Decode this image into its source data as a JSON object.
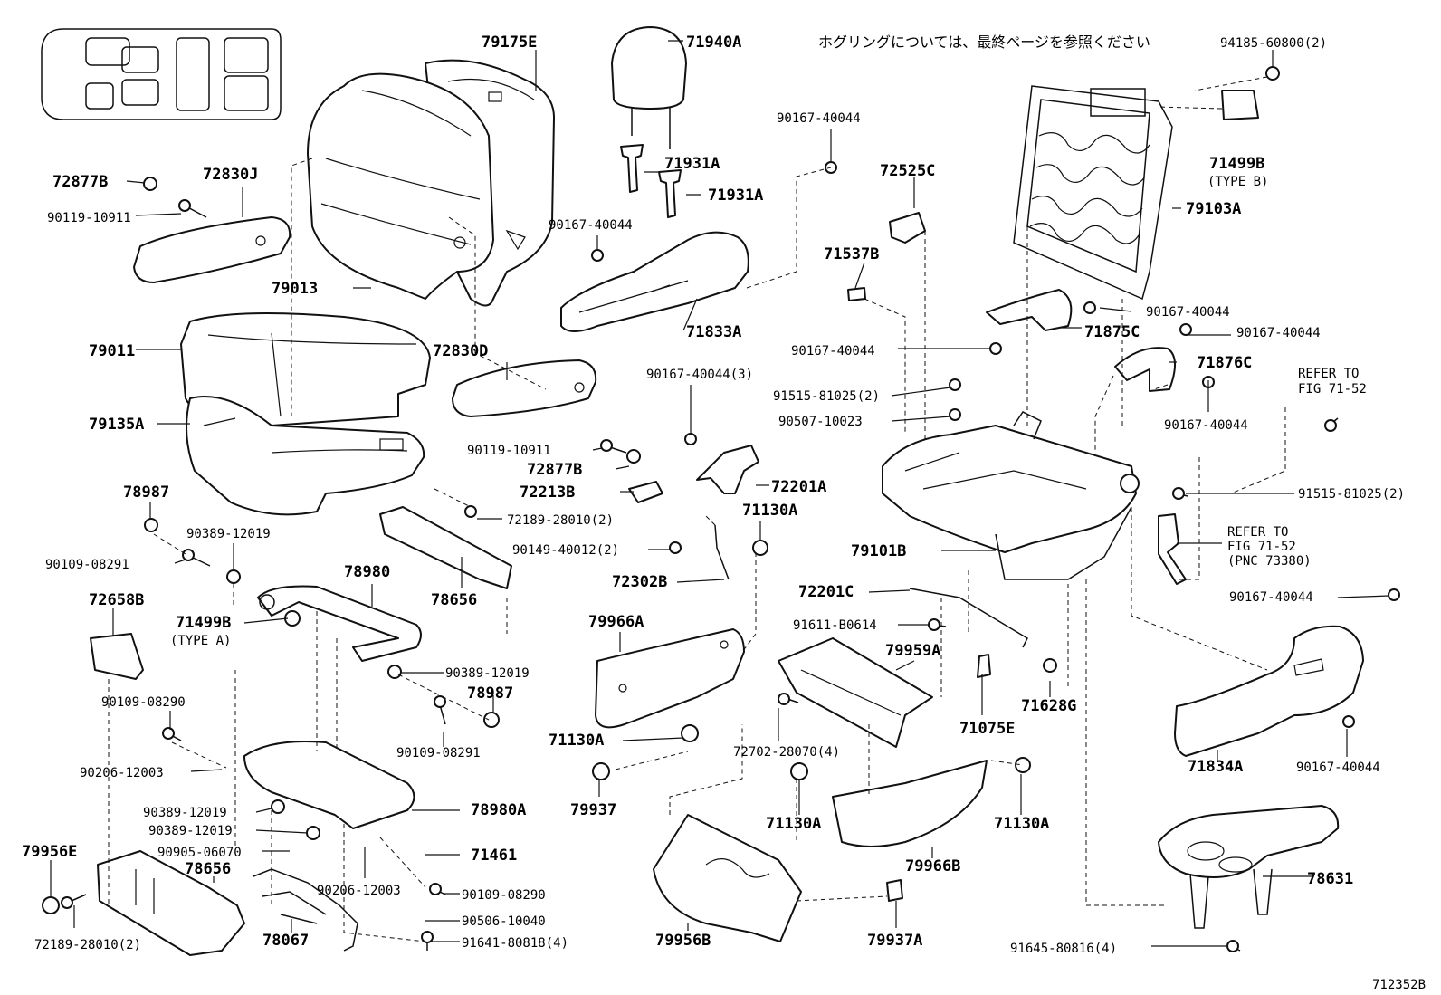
{
  "note": "ホグリングについては、最終ページを参照ください",
  "figure_id": "712352B",
  "labels": {
    "p79175E": "79175E",
    "p71940A": "71940A",
    "p94185": "94185-60800(2)",
    "p72877B_1": "72877B",
    "p72830J": "72830J",
    "p90119_1": "90119-10911",
    "p79013": "79013",
    "p71931A_1": "71931A",
    "p71931A_2": "71931A",
    "p90167_a": "90167-40044",
    "p90167_b": "90167-40044",
    "p72525C": "72525C",
    "p71499B_b": "71499B",
    "type_b": "(TYPE B)",
    "p79103A": "79103A",
    "p71537B": "71537B",
    "p79011": "79011",
    "p72830D": "72830D",
    "p71833A": "71833A",
    "p90167_c": "90167-40044",
    "p90167_d": "90167-40044",
    "p90167_e": "90167-40044",
    "p71875C": "71875C",
    "p71876C": "71876C",
    "p90167_3": "90167-40044(3)",
    "p91515_a": "91515-81025(2)",
    "refer_a1": "REFER TO",
    "refer_a2": "FIG 71-52",
    "p79135A": "79135A",
    "p90507": "90507-10023",
    "p90167_f": "90167-40044",
    "p90119_2": "90119-10911",
    "p72877B_2": "72877B",
    "p72213B": "72213B",
    "p72201A": "72201A",
    "p91515_b": "91515-81025(2)",
    "p78987_1": "78987",
    "p71130A_1": "71130A",
    "p90389_1": "90389-12019",
    "p72189_1": "72189-28010(2)",
    "refer_b1": "REFER TO",
    "refer_b2": "FIG 71-52",
    "pnc": "(PNC 73380)",
    "p90109_1": "90109-08291",
    "p90149": "90149-40012(2)",
    "p79101B": "79101B",
    "p78980": "78980",
    "p72302B": "72302B",
    "p72658B": "72658B",
    "p78656_1": "78656",
    "p72201C": "72201C",
    "p90167_g": "90167-40044",
    "p71499B_a": "71499B",
    "type_a": "(TYPE A)",
    "p79966A": "79966A",
    "p91611": "91611-B0614",
    "p79959A": "79959A",
    "p90389_2": "90389-12019",
    "p78987_2": "78987",
    "p90109_2": "90109-08290",
    "p90109_3": "90109-08291",
    "p71628G": "71628G",
    "p71075E": "71075E",
    "p71834A": "71834A",
    "p90167_h": "90167-40044",
    "p71130A_2": "71130A",
    "p72702": "72702-28070(4)",
    "p90206_1": "90206-12003",
    "p79937": "79937",
    "p90389_3": "90389-12019",
    "p78980A": "78980A",
    "p71130A_3": "71130A",
    "p71130A_4": "71130A",
    "p90389_4": "90389-12019",
    "p79956E": "79956E",
    "p90905": "90905-06070",
    "p71461": "71461",
    "p78656_2": "78656",
    "p90206_2": "90206-12003",
    "p90109_4": "90109-08290",
    "p79966B": "79966B",
    "p78631": "78631",
    "p90506": "90506-10040",
    "p72189_2": "72189-28010(2)",
    "p78067": "78067",
    "p91641": "91641-80818(4)",
    "p79956B": "79956B",
    "p79937A": "79937A",
    "p91645": "91645-80816(4)"
  }
}
